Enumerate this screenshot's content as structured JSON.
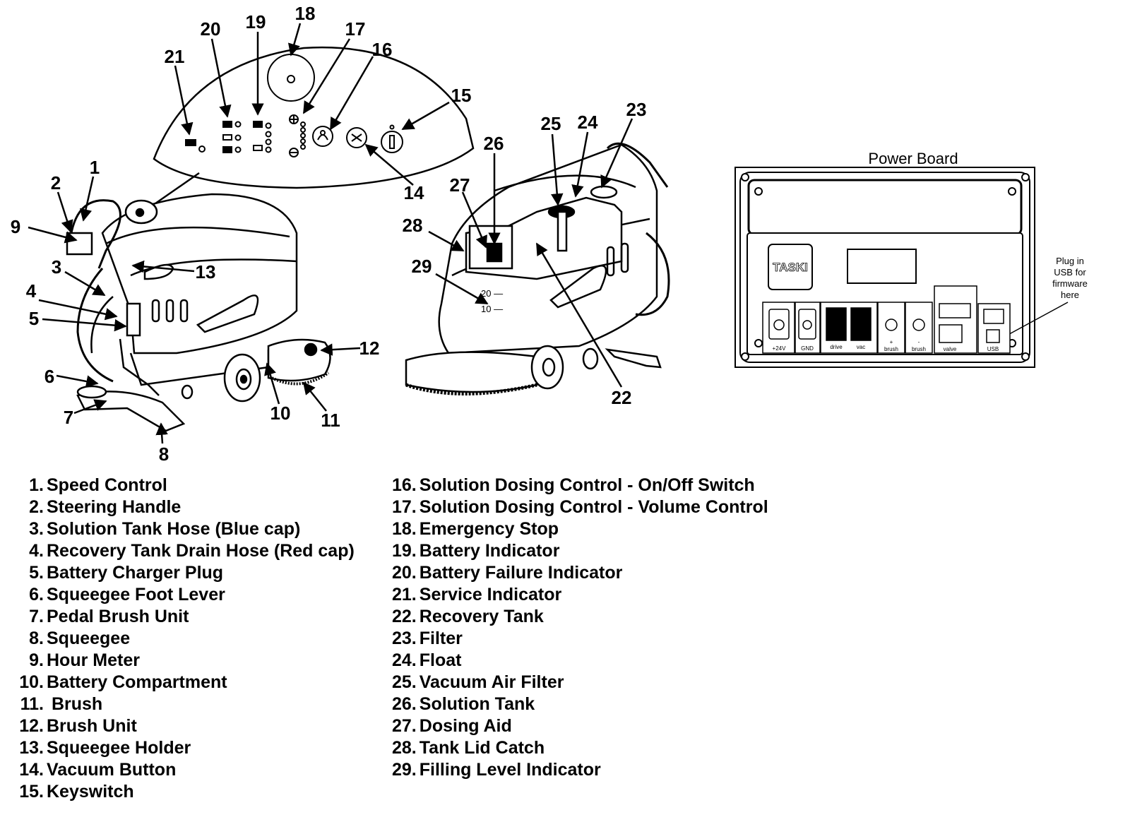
{
  "callout_numbers": [
    "1",
    "2",
    "3",
    "4",
    "5",
    "6",
    "7",
    "8",
    "9",
    "10",
    "11",
    "12",
    "13",
    "14",
    "15",
    "16",
    "17",
    "18",
    "19",
    "20",
    "21",
    "22",
    "23",
    "24",
    "25",
    "26",
    "27",
    "28",
    "29"
  ],
  "power_board": {
    "title": "Power Board",
    "logo": "TASKI",
    "usb_note": [
      "Plug in",
      "USB for",
      "firmware",
      "here"
    ],
    "connectors": [
      "+24V",
      "GND",
      "drive",
      "vac",
      "+",
      "brush",
      "-",
      "brush",
      "valve",
      "USB"
    ]
  },
  "legend": {
    "left": [
      {
        "num": "1.",
        "label": "Speed Control"
      },
      {
        "num": "2.",
        "label": "Steering Handle"
      },
      {
        "num": "3.",
        "label": "Solution Tank Hose (Blue cap)"
      },
      {
        "num": "4.",
        "label": "Recovery Tank Drain Hose (Red cap)"
      },
      {
        "num": "5.",
        "label": "Battery Charger Plug"
      },
      {
        "num": "6.",
        "label": "Squeegee Foot Lever"
      },
      {
        "num": "7.",
        "label": "Pedal Brush Unit"
      },
      {
        "num": "8.",
        "label": "Squeegee"
      },
      {
        "num": "9.",
        "label": "Hour Meter"
      },
      {
        "num": "10.",
        "label": "Battery Compartment"
      },
      {
        "num": "11.",
        "label": " Brush"
      },
      {
        "num": "12.",
        "label": "Brush Unit"
      },
      {
        "num": "13.",
        "label": "Squeegee Holder"
      },
      {
        "num": "14.",
        "label": "Vacuum Button"
      },
      {
        "num": "15.",
        "label": "Keyswitch"
      }
    ],
    "right": [
      {
        "num": "16.",
        "label": "Solution Dosing Control - On/Off Switch"
      },
      {
        "num": "17.",
        "label": "Solution Dosing Control - Volume Control"
      },
      {
        "num": "18.",
        "label": "Emergency Stop"
      },
      {
        "num": "19.",
        "label": "Battery Indicator"
      },
      {
        "num": "20.",
        "label": "Battery Failure Indicator"
      },
      {
        "num": "21.",
        "label": "Service Indicator"
      },
      {
        "num": "22.",
        "label": "Recovery Tank"
      },
      {
        "num": "23.",
        "label": "Filter"
      },
      {
        "num": "24.",
        "label": "Float"
      },
      {
        "num": "25.",
        "label": "Vacuum Air Filter"
      },
      {
        "num": "26.",
        "label": "Solution Tank"
      },
      {
        "num": "27.",
        "label": "Dosing Aid"
      },
      {
        "num": "28.",
        "label": "Tank Lid Catch"
      },
      {
        "num": "29.",
        "label": "Filling Level Indicator"
      }
    ]
  }
}
